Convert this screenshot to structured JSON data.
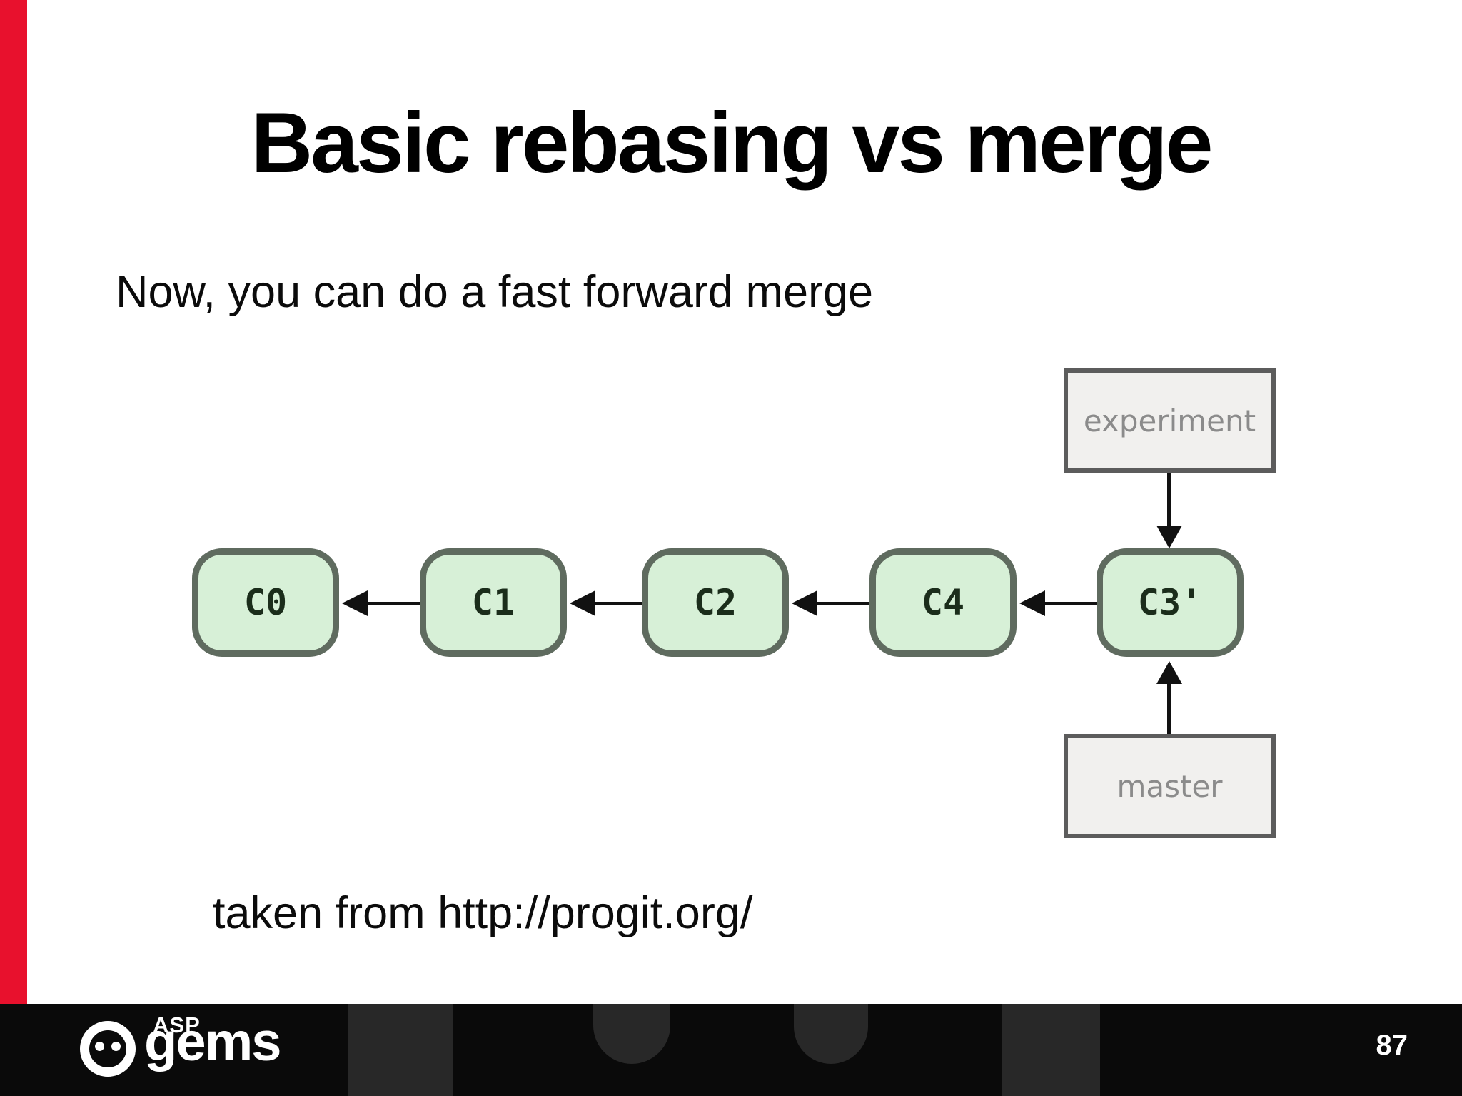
{
  "slide": {
    "title": "Basic rebasing vs merge",
    "subtitle": "Now, you can do a fast forward merge",
    "caption": "taken from http://progit.org/"
  },
  "diagram": {
    "commits": [
      {
        "label": "C0"
      },
      {
        "label": "C1"
      },
      {
        "label": "C2"
      },
      {
        "label": "C4"
      },
      {
        "label": "C3'"
      }
    ],
    "branch_labels": [
      {
        "label": "experiment",
        "position": "above-C3'"
      },
      {
        "label": "master",
        "position": "below-C3'"
      }
    ],
    "edges": [
      "C1 -> C0",
      "C2 -> C1",
      "C4 -> C2",
      "C3' -> C4",
      "experiment -> C3'",
      "master -> C3'"
    ]
  },
  "footer": {
    "logo": {
      "icon": "smiley-face-icon",
      "small_text": "ASP",
      "large_text": "gems"
    },
    "page_number": "87"
  },
  "colors": {
    "left_accent_bar": "#e8112d",
    "commit_fill": "#d7f0d7",
    "commit_border": "#5f6b5f",
    "commit_text": "#1b2d1b",
    "branch_box_fill": "#f1f0ee",
    "branch_box_border": "#5c5c5c",
    "branch_box_text": "#8b8b8b",
    "arrow": "#111111",
    "footer_background": "#0a0a0a",
    "footer_shapes": "#282828",
    "footer_text": "#ffffff"
  }
}
